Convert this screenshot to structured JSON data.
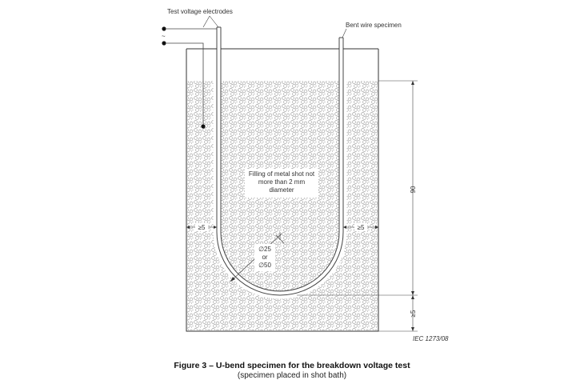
{
  "labels": {
    "electrodes": "Test voltage electrodes",
    "ac_symbol": "~",
    "specimen": "Bent wire specimen",
    "filling_line1": "Filling of metal shot not",
    "filling_line2": "more than 2 mm",
    "filling_line3": "diameter",
    "dim_left": "≥5",
    "dim_right": "≥5",
    "dim_height": "90",
    "dim_bottom": "≥5",
    "diameter_line1": "∅25",
    "diameter_line2": "or",
    "diameter_line3": "∅50",
    "reference": "IEC   1273/08"
  },
  "caption": {
    "title": "Figure 3 – U-bend specimen for the breakdown voltage test",
    "subtitle": "(specimen placed in shot bath)"
  }
}
